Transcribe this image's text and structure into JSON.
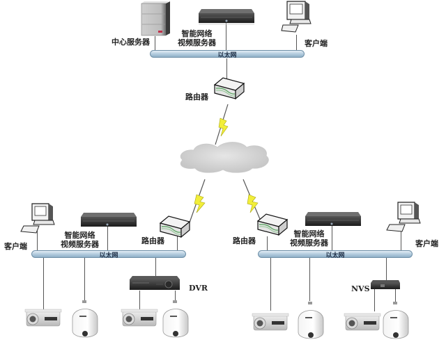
{
  "top_network": {
    "center_server_label": "中心服务器",
    "video_server_label_line1": "智能网络",
    "video_server_label_line2": "视频服务器",
    "client_label": "客户端",
    "bus_label": "以太网",
    "router_label": "路由器"
  },
  "cloud": {
    "icon": "internet-cloud-icon"
  },
  "left_network": {
    "client_label": "客户端",
    "video_server_label_line1": "智能网络",
    "video_server_label_line2": "视频服务器",
    "router_label": "路由器",
    "bus_label": "以太网",
    "recorder_label": "DVR"
  },
  "right_network": {
    "router_label": "路由器",
    "video_server_label_line1": "智能网络",
    "video_server_label_line2": "视频服务器",
    "client_label": "客户端",
    "bus_label": "以太网",
    "encoder_label": "NVS"
  },
  "colors": {
    "bus": "#a9c4d9",
    "lightning": "#f2ee3a",
    "cloud": "#d0d0d0"
  }
}
